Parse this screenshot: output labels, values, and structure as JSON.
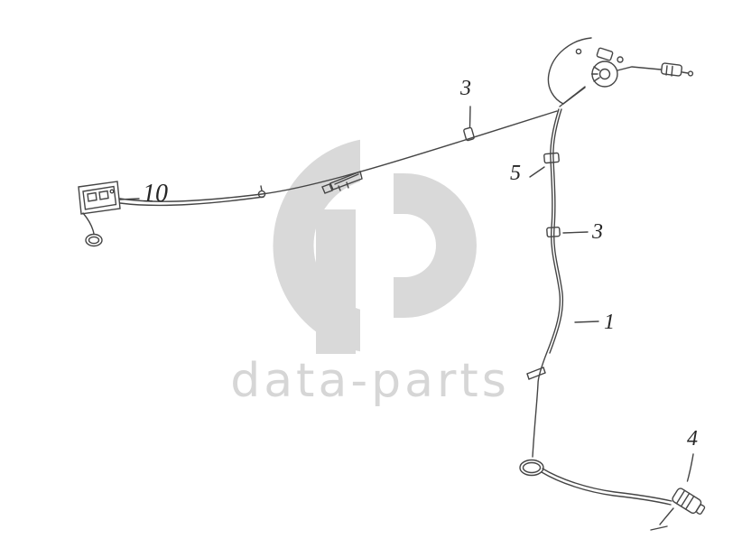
{
  "page": {
    "background_color": "#ffffff",
    "description": "Vehicle wiring harness parts diagram with numbered callouts"
  },
  "watermark": {
    "text": "data-parts",
    "color": "#d6d6d6"
  },
  "diagram": {
    "line_color": "#454545",
    "callouts": [
      {
        "id": "clip-top",
        "label": "3"
      },
      {
        "id": "clamp-mid",
        "label": "5"
      },
      {
        "id": "clip-right",
        "label": "3"
      },
      {
        "id": "harness-main",
        "label": "1"
      },
      {
        "id": "switch-block",
        "label": "10"
      },
      {
        "id": "connector-end",
        "label": "4"
      }
    ]
  }
}
